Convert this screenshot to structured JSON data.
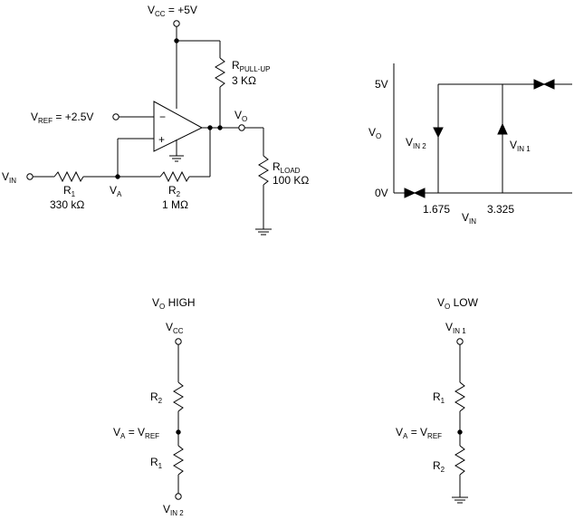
{
  "schematic": {
    "vcc_label": {
      "main": "V",
      "sub": "CC",
      "tail": " = +5V"
    },
    "vref_label": {
      "main": "V",
      "sub": "REF",
      "tail": " = +2.5V"
    },
    "vin_label": {
      "main": "V",
      "sub": "IN",
      "tail": ""
    },
    "vo_label": {
      "main": "V",
      "sub": "O",
      "tail": ""
    },
    "va_label": {
      "main": "V",
      "sub": "A",
      "tail": ""
    },
    "r1": {
      "main": "R",
      "sub": "1",
      "tail": "",
      "value": "330 kΩ"
    },
    "r2": {
      "main": "R",
      "sub": "2",
      "tail": "",
      "value": "1 MΩ"
    },
    "rpullup": {
      "main": "R",
      "sub": "PULL-UP",
      "tail": "",
      "value": "3 KΩ"
    },
    "rload": {
      "main": "R",
      "sub": "LOAD",
      "tail": "",
      "value": "100 KΩ"
    },
    "minus_sign": "−",
    "plus_sign": "+"
  },
  "transfer": {
    "y_high": "5V",
    "y_low": "0V",
    "y_axis": {
      "main": "V",
      "sub": "O",
      "tail": ""
    },
    "x_axis": {
      "main": "V",
      "sub": "IN",
      "tail": ""
    },
    "x_tick_1": "1.675",
    "x_tick_2": "3.325",
    "vin2_label": {
      "main": "V",
      "sub": "IN 2",
      "tail": ""
    },
    "vin1_label": {
      "main": "V",
      "sub": "IN 1",
      "tail": ""
    }
  },
  "vo_high": {
    "title": {
      "main": "V",
      "sub": "O",
      "tail": " HIGH"
    },
    "top": {
      "main": "V",
      "sub": "CC",
      "tail": ""
    },
    "r_top": {
      "main": "R",
      "sub": "2",
      "tail": ""
    },
    "mid_left": {
      "main": "V",
      "sub": "A",
      "tail": " = V"
    },
    "mid_right": {
      "main": "",
      "sub": "REF",
      "tail": ""
    },
    "r_bottom": {
      "main": "R",
      "sub": "1",
      "tail": ""
    },
    "bottom": {
      "main": "V",
      "sub": "IN 2",
      "tail": ""
    }
  },
  "vo_low": {
    "title": {
      "main": "V",
      "sub": "O",
      "tail": " LOW"
    },
    "top": {
      "main": "V",
      "sub": "IN 1",
      "tail": ""
    },
    "r_top": {
      "main": "R",
      "sub": "1",
      "tail": ""
    },
    "mid_left": {
      "main": "V",
      "sub": "A",
      "tail": " = V"
    },
    "mid_right": {
      "main": "",
      "sub": "REF",
      "tail": ""
    },
    "r_bottom": {
      "main": "R",
      "sub": "2",
      "tail": ""
    }
  }
}
